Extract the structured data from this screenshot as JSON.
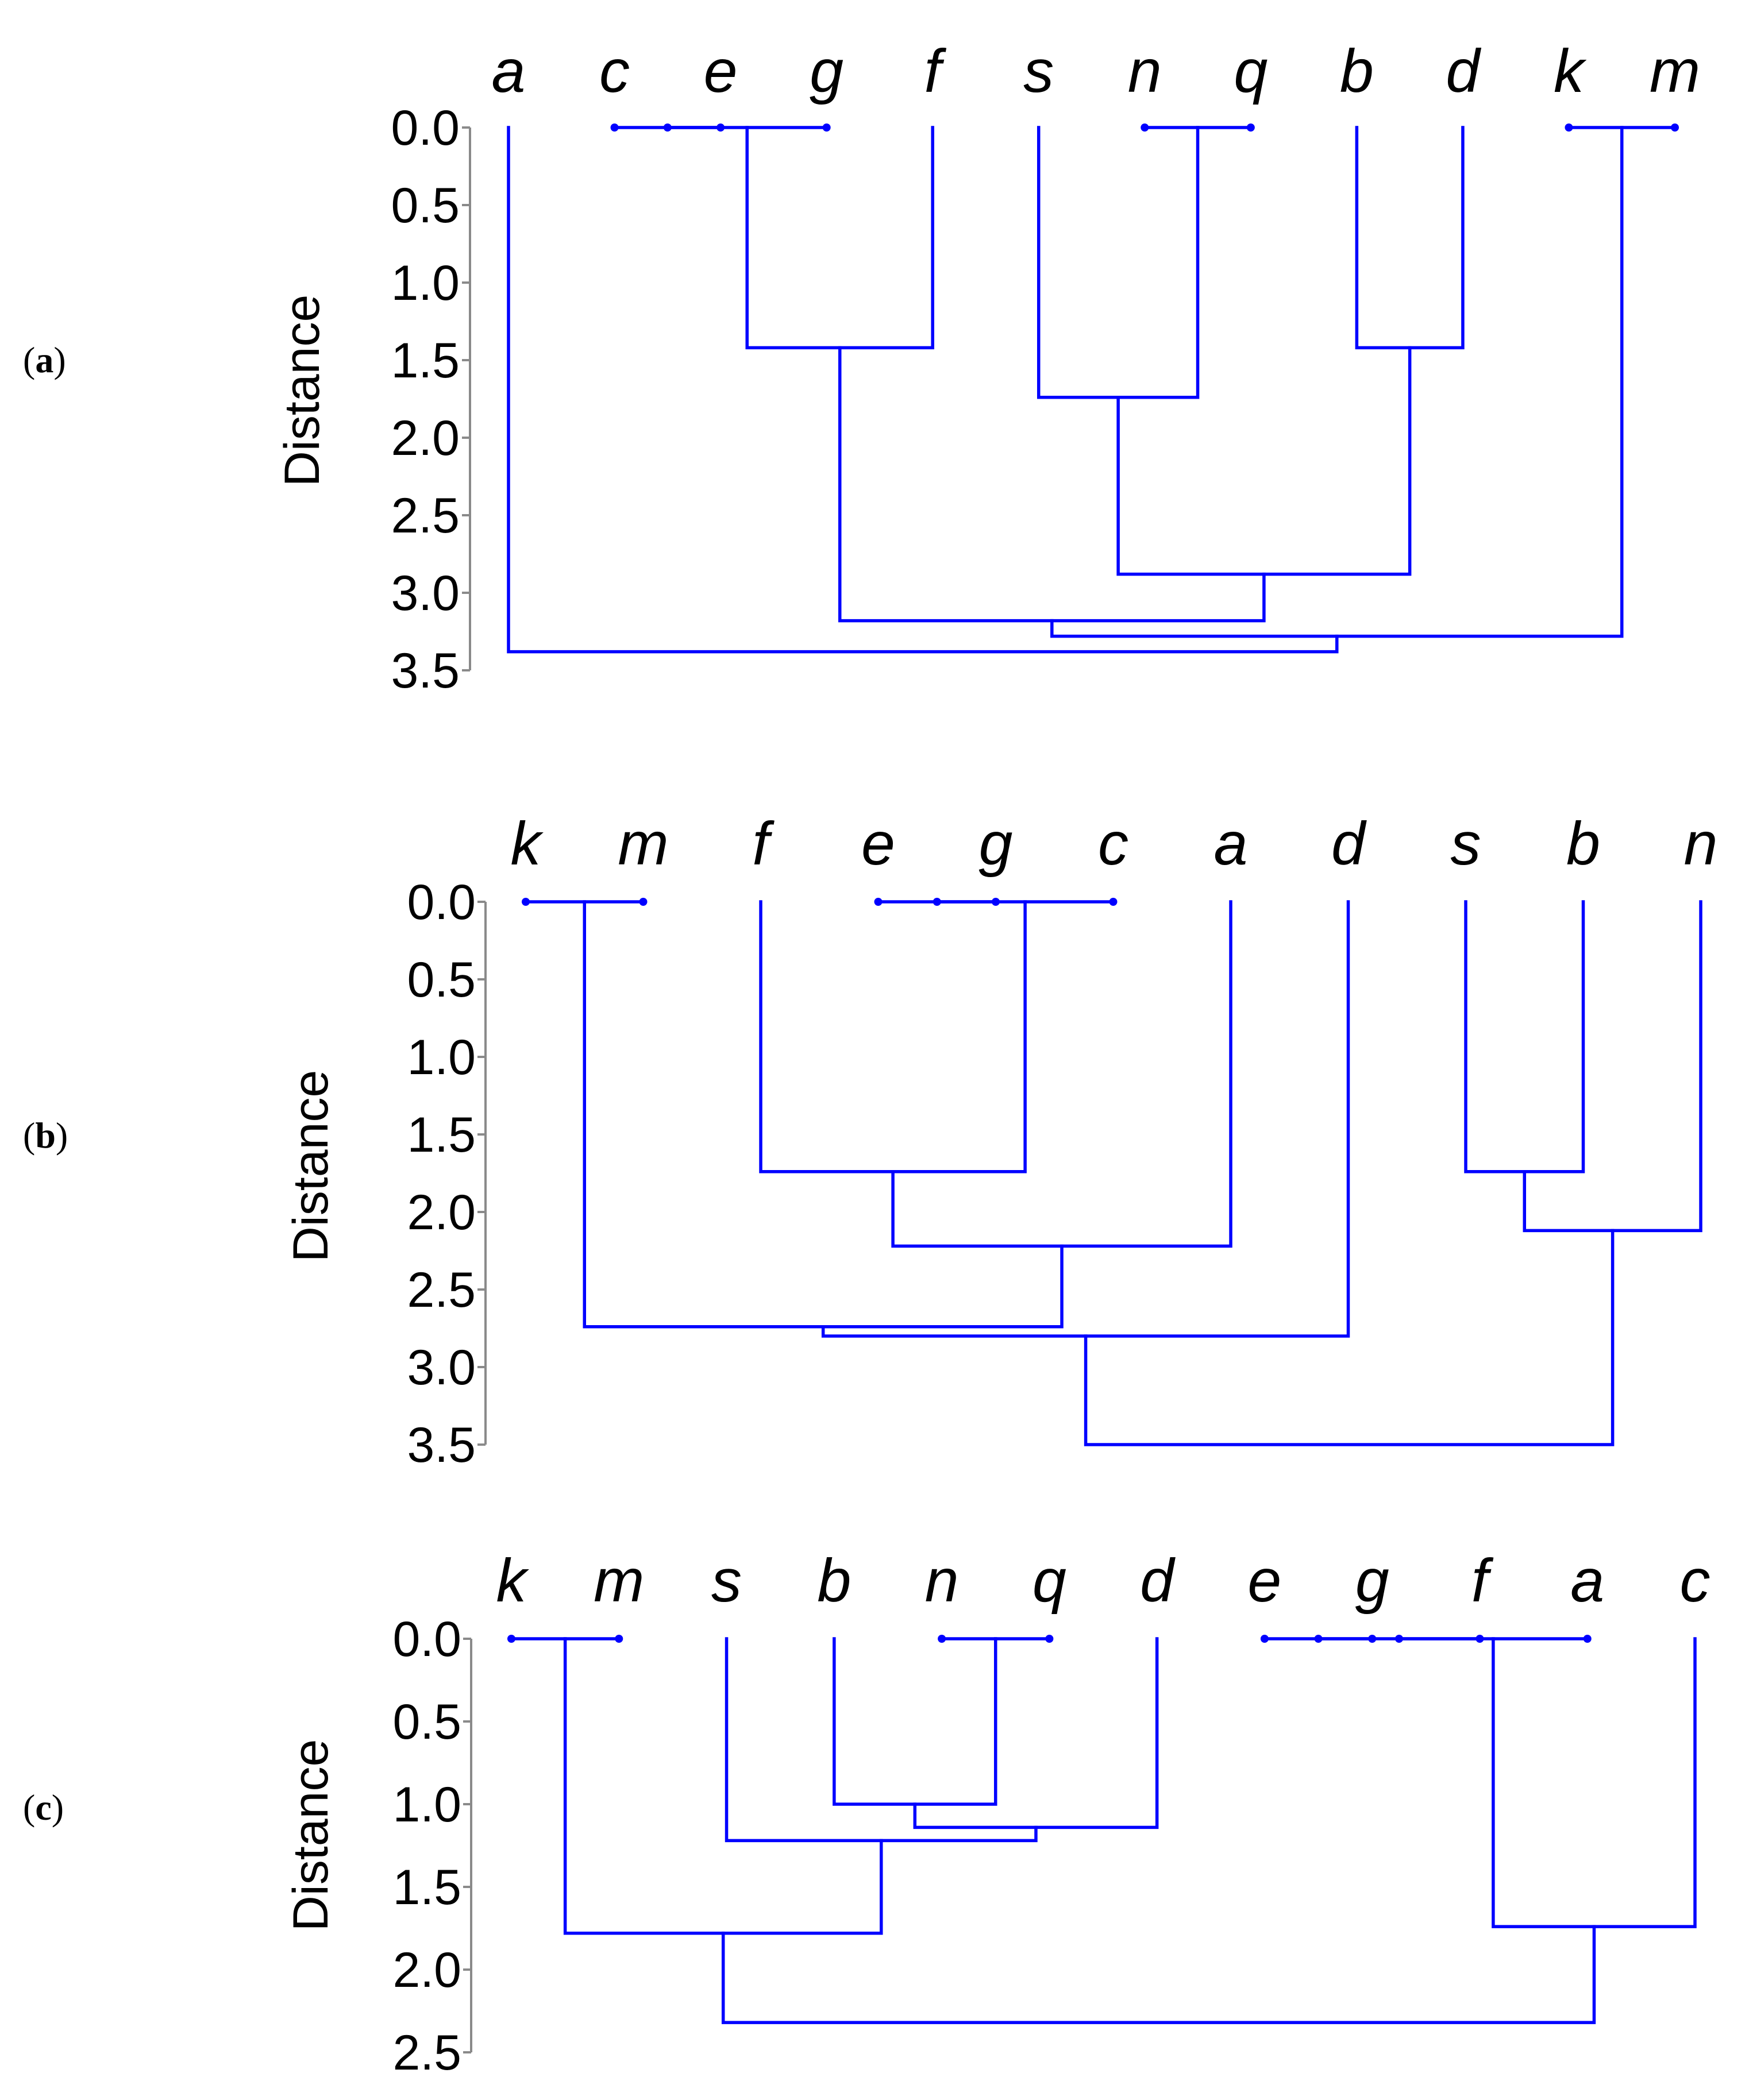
{
  "colors": {
    "link": "#0000ff",
    "axis": "#8a8a8a",
    "text": "#000000"
  },
  "y_axis_label": "Distance",
  "panels": [
    {
      "label_open": "(",
      "label_letter": "a",
      "label_close": ")",
      "leaves": [
        "a",
        "c",
        "e",
        "g",
        "f",
        "s",
        "n",
        "q",
        "b",
        "d",
        "k",
        "m"
      ],
      "ticks": [
        "0.0",
        "0.5",
        "1.0",
        "1.5",
        "2.0",
        "2.5",
        "3.0",
        "3.5"
      ],
      "ylim": [
        0,
        3.5
      ],
      "merges": [
        {
          "a": 1,
          "b": 2,
          "h": 0.0
        },
        {
          "a": 12,
          "b": 3,
          "h": 0.0
        },
        {
          "a": 6,
          "b": 7,
          "h": 0.0
        },
        {
          "a": 10,
          "b": 11,
          "h": 0.0
        },
        {
          "a": 13,
          "b": 4,
          "h": 1.42
        },
        {
          "a": 8,
          "b": 9,
          "h": 1.42
        },
        {
          "a": 5,
          "b": 14,
          "h": 1.74
        },
        {
          "a": 18,
          "b": 17,
          "h": 2.88
        },
        {
          "a": 16,
          "b": 19,
          "h": 3.18
        },
        {
          "a": 20,
          "b": 15,
          "h": 3.28
        },
        {
          "a": 0,
          "b": 21,
          "h": 3.38
        }
      ]
    },
    {
      "label_open": "(",
      "label_letter": "b",
      "label_close": ")",
      "leaves": [
        "k",
        "m",
        "f",
        "e",
        "g",
        "c",
        "a",
        "d",
        "s",
        "b",
        "n"
      ],
      "ticks": [
        "0.0",
        "0.5",
        "1.0",
        "1.5",
        "2.0",
        "2.5",
        "3.0",
        "3.5"
      ],
      "ylim": [
        0,
        3.5
      ],
      "merges": [
        {
          "a": 0,
          "b": 1,
          "h": 0.0
        },
        {
          "a": 3,
          "b": 4,
          "h": 0.0
        },
        {
          "a": 12,
          "b": 5,
          "h": 0.0
        },
        {
          "a": 2,
          "b": 13,
          "h": 1.74
        },
        {
          "a": 8,
          "b": 9,
          "h": 1.74
        },
        {
          "a": 14,
          "b": 6,
          "h": 2.22
        },
        {
          "a": 15,
          "b": 10,
          "h": 2.12
        },
        {
          "a": 11,
          "b": 16,
          "h": 2.74
        },
        {
          "a": 18,
          "b": 7,
          "h": 2.8
        },
        {
          "a": 19,
          "b": 17,
          "h": 3.5
        }
      ]
    },
    {
      "label_open": "(",
      "label_letter": "c",
      "label_close": ")",
      "leaves": [
        "k",
        "m",
        "s",
        "b",
        "n",
        "q",
        "d",
        "e",
        "g",
        "f",
        "a",
        "c"
      ],
      "ticks": [
        "0.0",
        "0.5",
        "1.0",
        "1.5",
        "2.0",
        "2.5"
      ],
      "ylim": [
        0,
        2.5
      ],
      "merges": [
        {
          "a": 0,
          "b": 1,
          "h": 0.0
        },
        {
          "a": 4,
          "b": 5,
          "h": 0.0
        },
        {
          "a": 7,
          "b": 8,
          "h": 0.0
        },
        {
          "a": 14,
          "b": 9,
          "h": 0.0
        },
        {
          "a": 15,
          "b": 10,
          "h": 0.0
        },
        {
          "a": 3,
          "b": 13,
          "h": 1.0
        },
        {
          "a": 17,
          "b": 6,
          "h": 1.14
        },
        {
          "a": 2,
          "b": 18,
          "h": 1.22
        },
        {
          "a": 16,
          "b": 11,
          "h": 1.74
        },
        {
          "a": 12,
          "b": 19,
          "h": 1.78
        },
        {
          "a": 21,
          "b": 20,
          "h": 2.32
        }
      ]
    }
  ]
}
